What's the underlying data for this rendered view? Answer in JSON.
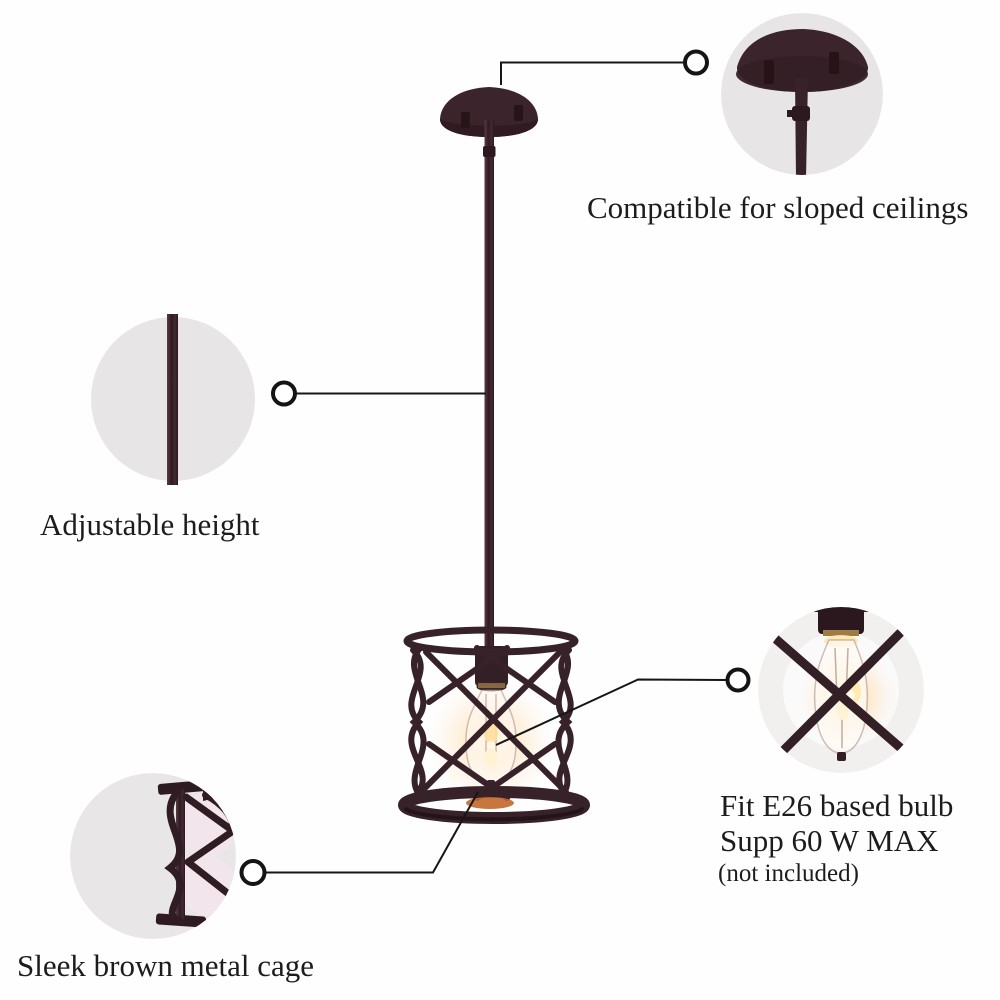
{
  "callouts": {
    "sloped_ceiling": {
      "label": "Compatible for sloped ceilings"
    },
    "adjustable_height": {
      "label": "Adjustable height"
    },
    "bulb": {
      "line1": "Fit E26 based bulb",
      "line2": "Supp 60 W MAX",
      "line3": "(not included)"
    },
    "cage": {
      "label": "Sleek brown metal cage"
    }
  },
  "colors": {
    "background": "#fefefe",
    "metal_dark": "#311d24",
    "metal_mid": "#41282f",
    "callout_circle_fill": "#e8e5e6",
    "text": "#1c1c1c",
    "leader_line": "#161616",
    "bulb_glow": "#ffdda6",
    "bulb_glow_core": "#fff3d3",
    "brass_accent": "#9d7c46",
    "bottom_glow": "#c2672b"
  }
}
